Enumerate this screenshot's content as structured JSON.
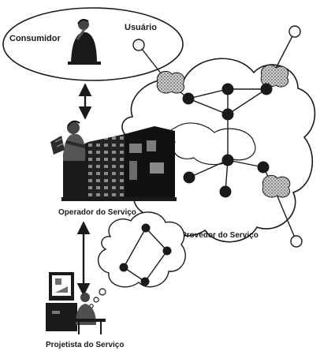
{
  "labels": {
    "consumer": "Consumidor",
    "user": "Usuário",
    "operator": "Operador do Serviço",
    "provider": "Provedor do Serviço",
    "designer": "Projetista do Serviço"
  },
  "icons": {
    "consumer": "person-on-phone-icon",
    "operator": "person-at-desk-icon",
    "network_building": "building-icon",
    "designer_computer": "computer-workstation-icon"
  },
  "colors": {
    "ink": "#1a1a1a",
    "node_fill": "#1a1a1a",
    "open_node_fill": "#ffffff",
    "cloud_fill": "#ffffff",
    "switch_fill": "#bdbdbd"
  }
}
